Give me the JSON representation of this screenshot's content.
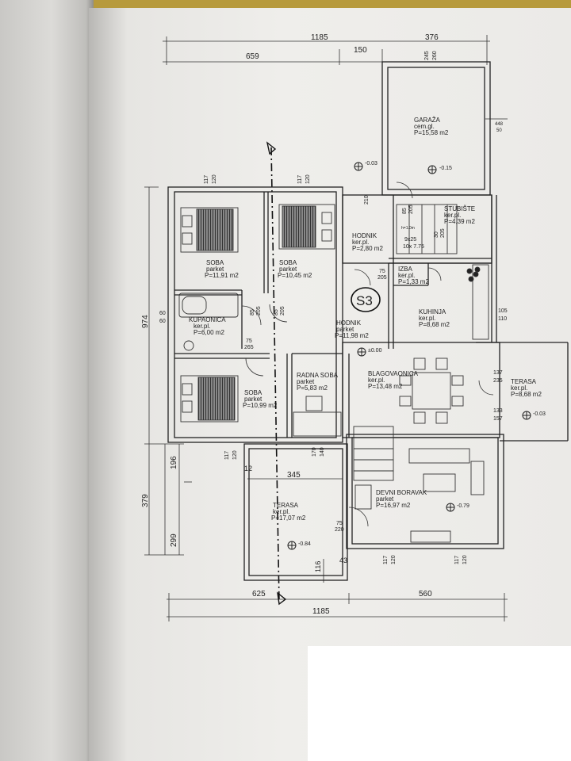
{
  "dimensions": {
    "top_total": "1185",
    "top_left": "659",
    "top_mid": "150",
    "top_right": "376",
    "bottom_total": "1185",
    "bottom_left": "625",
    "bottom_right": "560",
    "left_total": "974",
    "left_lower": "379",
    "left_a": "196",
    "left_b": "299",
    "terrace_width": "345",
    "dim_116": "116",
    "dim_43": "43",
    "dim_12": "12",
    "garage_side": "448",
    "garage_side2": "50",
    "dim_245": "245",
    "dim_260": "260"
  },
  "openings": {
    "win_117": "117",
    "win_120": "120",
    "door_85": "85",
    "door_205": "205",
    "door_75": "75",
    "door_265": "265",
    "door_210": "210",
    "win_60": "60",
    "win_105": "105",
    "win_110": "110",
    "win_137": "137",
    "win_235": "235",
    "win_133": "133",
    "win_157": "157",
    "win_170": "170",
    "win_140": "140",
    "door_220": "220",
    "stair_925": "9x25",
    "stair_1075": "10x 7.75",
    "stair_h": "h=1.0m",
    "stair_30": "30",
    "stair_205b": "205"
  },
  "rooms": {
    "garaza": {
      "name": "GARAŽA",
      "floor": "cem.gl.",
      "area": "P=15,58 m2"
    },
    "stubiste": {
      "name": "STUBIŠTE",
      "floor": "ker.pl.",
      "area": "P=4,39 m2"
    },
    "hodnik_small": {
      "name": "HODNIK",
      "floor": "ker.pl.",
      "area": "P=2,80 m2"
    },
    "izba": {
      "name": "IZBA",
      "floor": "ker.pl.",
      "area": "P=1,33 m2"
    },
    "kuhinja": {
      "name": "KUHINJA",
      "floor": "ker.pl.",
      "area": "P=8,68 m2"
    },
    "soba1": {
      "name": "SOBA",
      "floor": "parket",
      "area": "P=11,91 m2"
    },
    "soba2": {
      "name": "SOBA",
      "floor": "parket",
      "area": "P=10,45 m2"
    },
    "kupaonica": {
      "name": "KUPAONICA",
      "floor": "ker.pl.",
      "area": "P=6,00 m2"
    },
    "hodnik": {
      "name": "HODNIK",
      "floor": "parket",
      "area": "P=11,98 m2"
    },
    "soba3": {
      "name": "SOBA",
      "floor": "parket",
      "area": "P=10,99 m2"
    },
    "radna_soba": {
      "name": "RADNA SOBA",
      "floor": "parket",
      "area": "P=5,83 m2"
    },
    "blagovaonica": {
      "name": "BLAGOVAONICA",
      "floor": "ker.pl.",
      "area": "P=13,48 m2"
    },
    "terasa_right": {
      "name": "TERASA",
      "floor": "ker.pl.",
      "area": "P=8,68 m2"
    },
    "terasa_bottom": {
      "name": "TERASA",
      "floor": "ker.pl.",
      "area": "P=17,07 m2"
    },
    "dnevni": {
      "name": "DEVNI BORAVAK",
      "floor": "parket",
      "area": "P=16,97 m2"
    }
  },
  "levels": {
    "l1": "-0.03",
    "l2": "-0.15",
    "l3": "±0.00",
    "l4": "-0.03",
    "l5": "-0.79",
    "l6": "-0.84"
  },
  "section": "S3",
  "colors": {
    "ink": "#222222",
    "wall_fill": "#5a5a5a",
    "hatch": "#3a3a3a"
  }
}
